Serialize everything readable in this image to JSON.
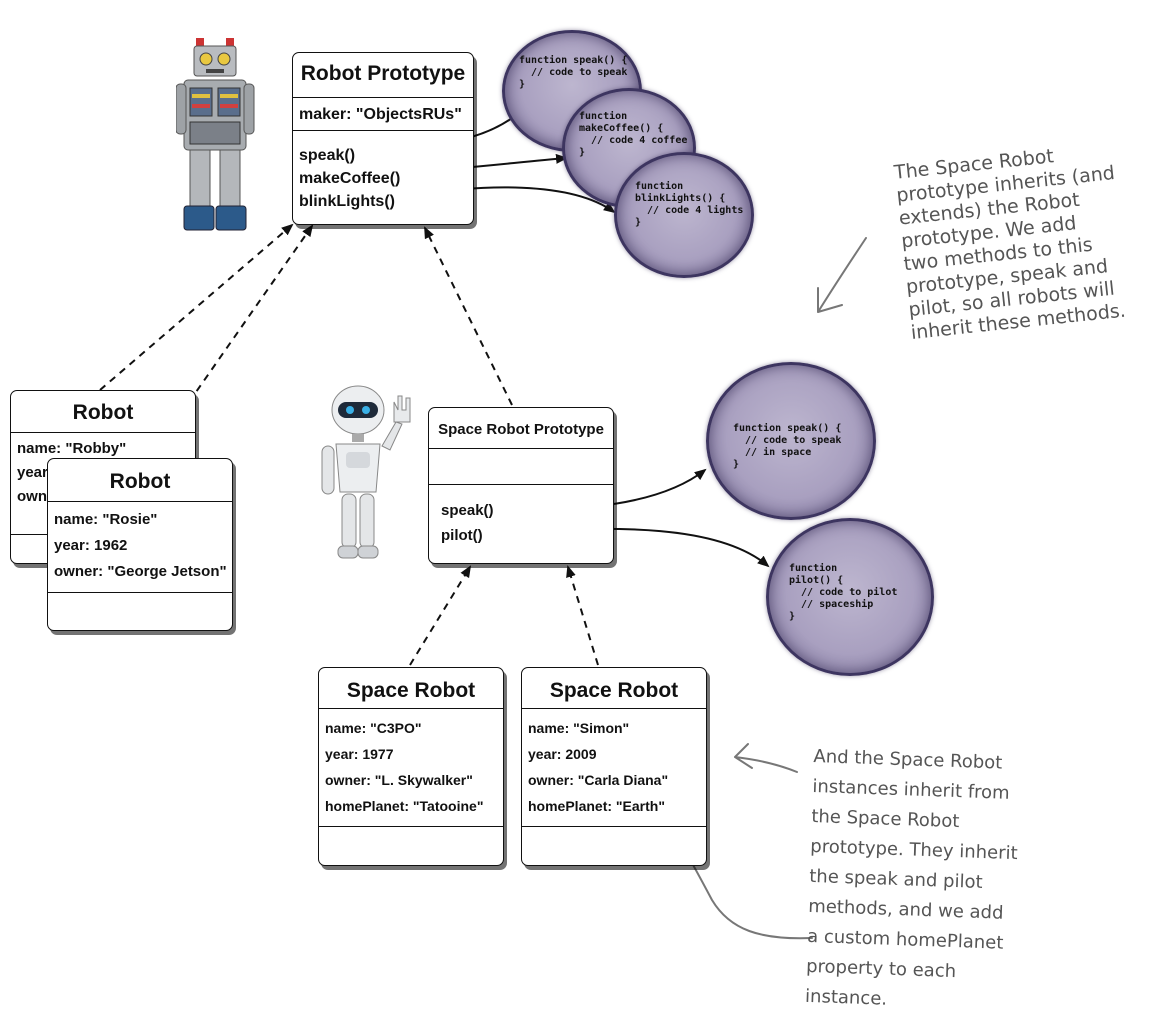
{
  "robot_prototype": {
    "title": "Robot Prototype",
    "property": "maker: \"ObjectsRUs\"",
    "methods": [
      "speak()",
      "makeCoffee()",
      "blinkLights()"
    ]
  },
  "robot_instances": [
    {
      "title": "Robot",
      "rows": [
        "name: \"Robby\"",
        "year",
        "owne"
      ]
    },
    {
      "title": "Robot",
      "rows": [
        "name: \"Rosie\"",
        "year: 1962",
        "owner: \"George Jetson\""
      ]
    }
  ],
  "space_robot_prototype": {
    "title": "Space Robot Prototype",
    "methods": [
      "speak()",
      "pilot()"
    ]
  },
  "space_robots": [
    {
      "title": "Space Robot",
      "rows": [
        "name: \"C3PO\"",
        "year: 1977",
        "owner: \"L. Skywalker\"",
        "homePlanet: \"Tatooine\""
      ]
    },
    {
      "title": "Space Robot",
      "rows": [
        "name: \"Simon\"",
        "year: 2009",
        "owner: \"Carla Diana\"",
        "homePlanet: \"Earth\""
      ]
    }
  ],
  "code_bubbles": {
    "speak": "function speak() {\n  // code to speak\n}",
    "make_coffee": "function\nmakeCoffee() {\n  // code 4 coffee\n}",
    "blink_lights": "function\nblinkLights() {\n  // code 4 lights\n}",
    "space_speak": "function speak() {\n  // code to speak\n  // in space\n}",
    "space_pilot": "function\npilot() {\n  // code to pilot\n  // spaceship\n}"
  },
  "notes": {
    "top": [
      "The Space Robot",
      "prototype inherits (and",
      "extends) the Robot",
      "prototype. We add",
      "two methods to this",
      "prototype, speak and",
      "pilot, so all robots will",
      "inherit these methods."
    ],
    "bottom": [
      "And the Space Robot",
      "instances inherit from",
      "the Space Robot",
      "prototype. They inherit",
      "the speak and pilot",
      "methods, and we add",
      "a custom homePlanet",
      "property to each",
      "instance."
    ]
  },
  "icons": [
    "tin-robot-icon",
    "white-robot-icon"
  ]
}
